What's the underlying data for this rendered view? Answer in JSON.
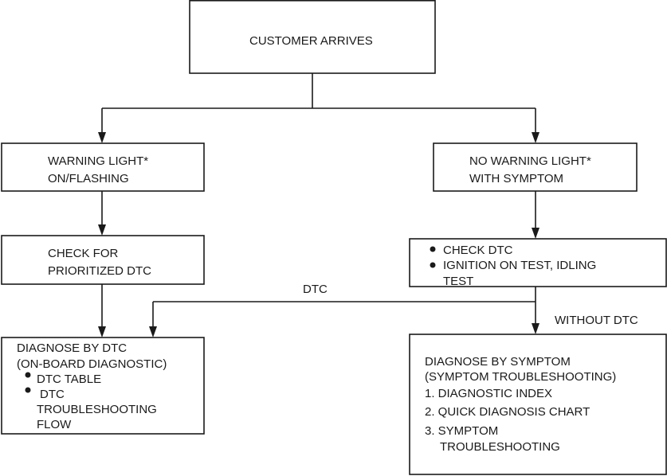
{
  "nodes": {
    "start": {
      "lines": [
        "CUSTOMER ARRIVES"
      ]
    },
    "warning_on": {
      "lines": [
        "WARNING LIGHT*",
        "ON/FLASHING"
      ]
    },
    "no_warning": {
      "lines": [
        "NO WARNING LIGHT*",
        "WITH SYMPTOM"
      ]
    },
    "check_prioritized": {
      "lines": [
        "CHECK FOR",
        "PRIORITIZED DTC"
      ]
    },
    "check_dtc": {
      "bullets": [
        "CHECK DTC",
        "IGNITION ON TEST, IDLING"
      ],
      "continuation": "TEST"
    },
    "diagnose_dtc": {
      "title": "DIAGNOSE BY DTC",
      "subtitle": "(ON-BOARD DIAGNOSTIC)",
      "bullets": [
        "DTC TABLE",
        "DTC"
      ],
      "continuation": [
        "TROUBLESHOOTING",
        "FLOW"
      ]
    },
    "diagnose_symptom": {
      "title": "DIAGNOSE BY SYMPTOM",
      "subtitle": "(SYMPTOM TROUBLESHOOTING)",
      "items": [
        "1. DIAGNOSTIC INDEX",
        "2. QUICK DIAGNOSIS CHART",
        "3. SYMPTOM"
      ],
      "continuation": "TROUBLESHOOTING"
    }
  },
  "edge_labels": {
    "dtc": "DTC",
    "without_dtc": "WITHOUT DTC"
  }
}
